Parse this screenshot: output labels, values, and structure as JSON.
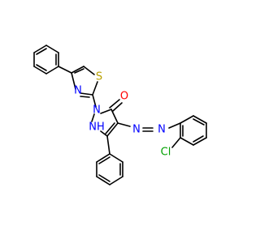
{
  "labels": {
    "S": "S",
    "N_thiazole": "N",
    "N1": "N",
    "NH": "NH",
    "O": "O",
    "N_azo1": "N",
    "N_azo2": "N",
    "Cl": "Cl"
  },
  "colors": {
    "bond": "#000000",
    "sulfur": "#b8a000",
    "nitrogen": "#0000ff",
    "oxygen": "#ff0000",
    "chlorine": "#00a000"
  }
}
